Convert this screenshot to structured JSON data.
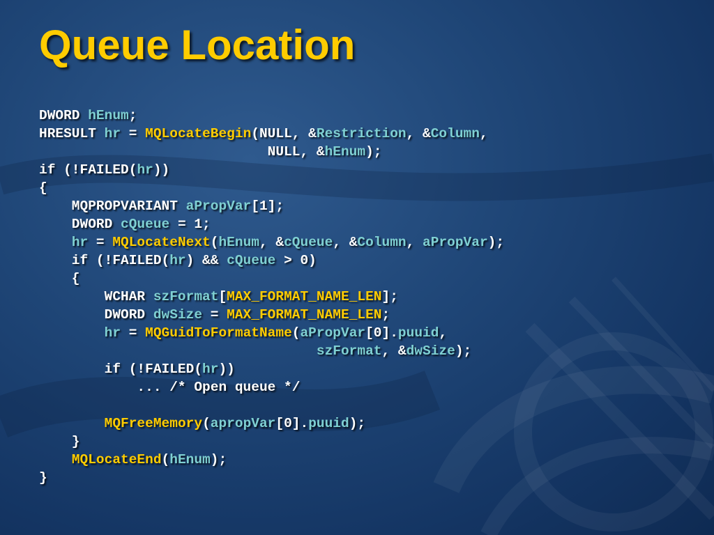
{
  "slide": {
    "title": "Queue Location",
    "colors": {
      "background": "#1f4677",
      "title": "#ffcc00",
      "plain": "#ffffff",
      "identifier": "#7fd0d2",
      "function": "#ffcc00"
    },
    "code_lines": [
      [
        {
          "t": "DWORD ",
          "c": "w"
        },
        {
          "t": "hEnum",
          "c": "c"
        },
        {
          "t": ";",
          "c": "w"
        }
      ],
      [
        {
          "t": "HRESULT ",
          "c": "w"
        },
        {
          "t": "hr",
          "c": "c"
        },
        {
          "t": " = ",
          "c": "w"
        },
        {
          "t": "MQLocateBegin",
          "c": "y"
        },
        {
          "t": "(NULL, &",
          "c": "w"
        },
        {
          "t": "Restriction",
          "c": "c"
        },
        {
          "t": ", &",
          "c": "w"
        },
        {
          "t": "Column",
          "c": "c"
        },
        {
          "t": ",",
          "c": "w"
        }
      ],
      [
        {
          "t": "                            NULL, &",
          "c": "w"
        },
        {
          "t": "hEnum",
          "c": "c"
        },
        {
          "t": ");",
          "c": "w"
        }
      ],
      [
        {
          "t": "if (!FAILED(",
          "c": "w"
        },
        {
          "t": "hr",
          "c": "c"
        },
        {
          "t": "))",
          "c": "w"
        }
      ],
      [
        {
          "t": "{",
          "c": "w"
        }
      ],
      [
        {
          "t": "    MQPROPVARIANT ",
          "c": "w"
        },
        {
          "t": "aPropVar",
          "c": "c"
        },
        {
          "t": "[1];",
          "c": "w"
        }
      ],
      [
        {
          "t": "    DWORD ",
          "c": "w"
        },
        {
          "t": "cQueue",
          "c": "c"
        },
        {
          "t": " = 1;",
          "c": "w"
        }
      ],
      [
        {
          "t": "    ",
          "c": "w"
        },
        {
          "t": "hr",
          "c": "c"
        },
        {
          "t": " = ",
          "c": "w"
        },
        {
          "t": "MQLocateNext",
          "c": "y"
        },
        {
          "t": "(",
          "c": "w"
        },
        {
          "t": "hEnum",
          "c": "c"
        },
        {
          "t": ", &",
          "c": "w"
        },
        {
          "t": "cQueue",
          "c": "c"
        },
        {
          "t": ", &",
          "c": "w"
        },
        {
          "t": "Column",
          "c": "c"
        },
        {
          "t": ", ",
          "c": "w"
        },
        {
          "t": "aPropVar",
          "c": "c"
        },
        {
          "t": ");",
          "c": "w"
        }
      ],
      [
        {
          "t": "    if (!FAILED(",
          "c": "w"
        },
        {
          "t": "hr",
          "c": "c"
        },
        {
          "t": ") && ",
          "c": "w"
        },
        {
          "t": "cQueue",
          "c": "c"
        },
        {
          "t": " > 0)",
          "c": "w"
        }
      ],
      [
        {
          "t": "    {",
          "c": "w"
        }
      ],
      [
        {
          "t": "        WCHAR ",
          "c": "w"
        },
        {
          "t": "szFormat",
          "c": "c"
        },
        {
          "t": "[",
          "c": "w"
        },
        {
          "t": "MAX_FORMAT_NAME_LEN",
          "c": "y"
        },
        {
          "t": "];",
          "c": "w"
        }
      ],
      [
        {
          "t": "        DWORD ",
          "c": "w"
        },
        {
          "t": "dwSize",
          "c": "c"
        },
        {
          "t": " = ",
          "c": "w"
        },
        {
          "t": "MAX_FORMAT_NAME_LEN",
          "c": "y"
        },
        {
          "t": ";",
          "c": "w"
        }
      ],
      [
        {
          "t": "        ",
          "c": "w"
        },
        {
          "t": "hr",
          "c": "c"
        },
        {
          "t": " = ",
          "c": "w"
        },
        {
          "t": "MQGuidToFormatName",
          "c": "y"
        },
        {
          "t": "(",
          "c": "w"
        },
        {
          "t": "aPropVar",
          "c": "c"
        },
        {
          "t": "[0].",
          "c": "w"
        },
        {
          "t": "puuid",
          "c": "c"
        },
        {
          "t": ",",
          "c": "w"
        }
      ],
      [
        {
          "t": "                                  ",
          "c": "w"
        },
        {
          "t": "szFormat",
          "c": "c"
        },
        {
          "t": ", &",
          "c": "w"
        },
        {
          "t": "dwSize",
          "c": "c"
        },
        {
          "t": ");",
          "c": "w"
        }
      ],
      [
        {
          "t": "        if (!FAILED(",
          "c": "w"
        },
        {
          "t": "hr",
          "c": "c"
        },
        {
          "t": "))",
          "c": "w"
        }
      ],
      [
        {
          "t": "            ... /* Open queue */",
          "c": "w"
        }
      ],
      [],
      [
        {
          "t": "        ",
          "c": "w"
        },
        {
          "t": "MQFreeMemory",
          "c": "y"
        },
        {
          "t": "(",
          "c": "w"
        },
        {
          "t": "apropVar",
          "c": "c"
        },
        {
          "t": "[0].",
          "c": "w"
        },
        {
          "t": "puuid",
          "c": "c"
        },
        {
          "t": ");",
          "c": "w"
        }
      ],
      [
        {
          "t": "    }",
          "c": "w"
        }
      ],
      [
        {
          "t": "    ",
          "c": "w"
        },
        {
          "t": "MQLocateEnd",
          "c": "y"
        },
        {
          "t": "(",
          "c": "w"
        },
        {
          "t": "hEnum",
          "c": "c"
        },
        {
          "t": ");",
          "c": "w"
        }
      ],
      [
        {
          "t": "}",
          "c": "w"
        }
      ]
    ]
  }
}
